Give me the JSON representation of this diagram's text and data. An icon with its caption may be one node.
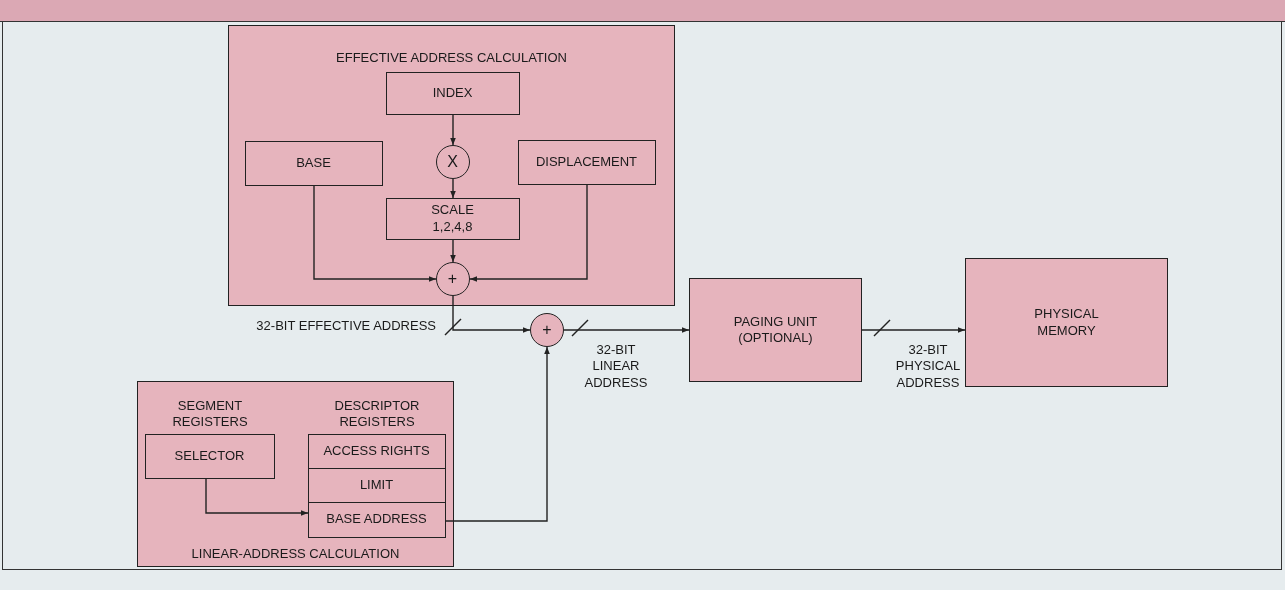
{
  "diagram": {
    "nodes": [
      {
        "text": [
          "EFFECTIVE ADDRESS CALCULATION"
        ]
      },
      {
        "text": [
          "INDEX"
        ],
        "in": 0
      },
      {
        "text": [
          "X"
        ],
        "in": 0
      },
      {
        "text": [
          "BASE"
        ],
        "in": 0
      },
      {
        "text": [
          "DISPLACEMENT"
        ],
        "in": 0
      },
      {
        "text": [
          "SCALE 1,2,4,8"
        ],
        "in": 0
      },
      {
        "text": [
          "+"
        ],
        "in": 0
      },
      {
        "text": [
          "+"
        ]
      },
      {
        "text": [
          "PAGING UNIT (OPTIONAL)"
        ]
      },
      {
        "text": [
          "PHYSICAL MEMORY"
        ]
      },
      {
        "text": [
          "LINEAR-ADDRESS CALCULATION"
        ]
      },
      {
        "text": [
          "SELECTOR"
        ],
        "in": 10
      },
      {
        "text": [
          "ACCESS RIGHTS"
        ],
        "in": 10
      },
      {
        "text": [
          "LIMIT"
        ],
        "in": 10
      },
      {
        "text": [
          "BASE ADDRESS"
        ],
        "in": 10
      }
    ],
    "edges": [
      {
        "from": 1,
        "to": 2,
        "arrow": "to"
      },
      {
        "from": 2,
        "to": 5,
        "arrow": "to"
      },
      {
        "from": 5,
        "to": 6,
        "arrow": "to"
      },
      {
        "from": 3,
        "to": 6,
        "arrow": "to"
      },
      {
        "from": 4,
        "to": 6,
        "arrow": "to"
      },
      {
        "from": 6,
        "to": 7,
        "arrow": "to",
        "label": "32-BIT EFFECTIVE ADDRESS"
      },
      {
        "from": 7,
        "to": 8,
        "arrow": "to",
        "label": "32-BIT LINEAR ADDRESS"
      },
      {
        "from": 8,
        "to": 9,
        "arrow": "to",
        "label": "32-BIT PHYSICAL ADDRESS"
      },
      {
        "from": 11,
        "to": 14,
        "arrow": "to"
      },
      {
        "from": 14,
        "to": 7,
        "arrow": "to"
      }
    ],
    "labels": [
      "SEGMENT REGISTERS",
      "DESCRIPTOR REGISTERS"
    ]
  }
}
